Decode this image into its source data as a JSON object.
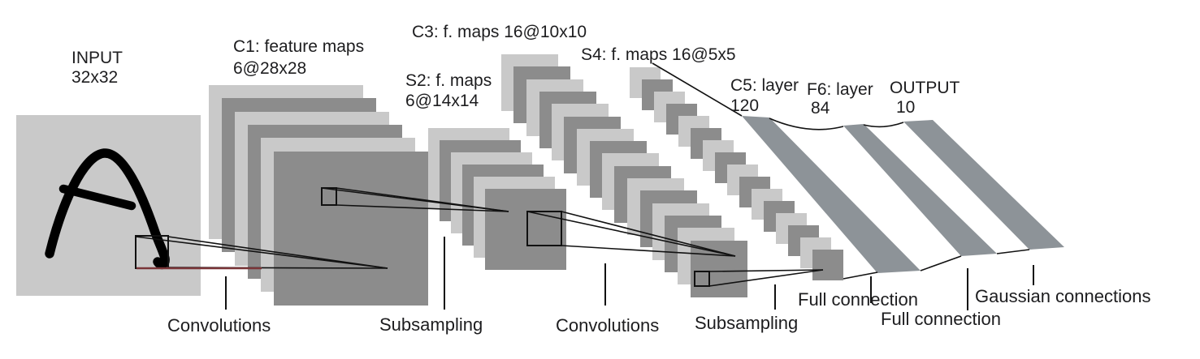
{
  "figure": {
    "background_color": "#ffffff",
    "layers": {
      "input": {
        "title": "INPUT",
        "size": "32x32"
      },
      "c1": {
        "title": "C1: feature maps",
        "size": "6@28x28"
      },
      "s2": {
        "title": "S2: f. maps",
        "size": "6@14x14"
      },
      "c3": {
        "title": "C3: f. maps 16@10x10"
      },
      "s4": {
        "title": "S4: f. maps 16@5x5"
      },
      "c5": {
        "title": "C5: layer",
        "size": "120"
      },
      "f6": {
        "title": "F6: layer",
        "size": "84"
      },
      "output": {
        "title": "OUTPUT",
        "size": "10"
      }
    },
    "operations": {
      "conv1": "Convolutions",
      "sub1": "Subsampling",
      "conv2": "Convolutions",
      "sub2": "Subsampling",
      "full1": "Full connection",
      "full2": "Full connection",
      "gaussian": "Gaussian connections"
    },
    "colors": {
      "map_light": "#c9c9c9",
      "map_dark": "#8c8c8c",
      "fc_band": "#8d9398",
      "connection_line": "#111111",
      "kernel_trace_red": "#7a3538",
      "text": "#1d1d1f",
      "glyph": "#000000"
    }
  }
}
